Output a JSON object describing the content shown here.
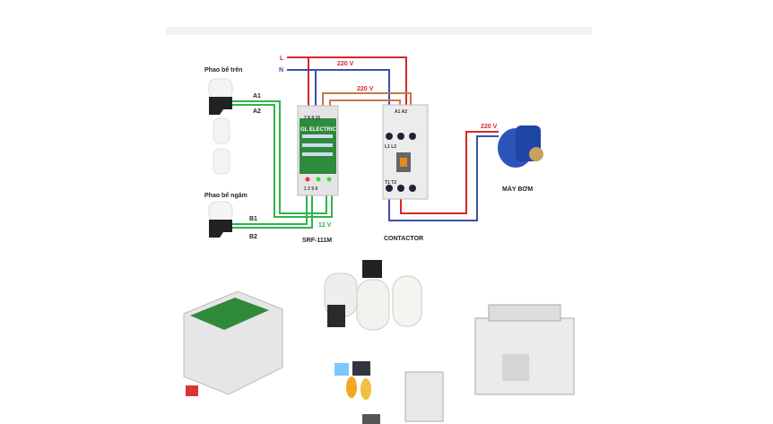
{
  "diagram": {
    "line_L": "L",
    "line_N": "N",
    "voltage_supply": "220 V",
    "voltage_coil": "220 V",
    "voltage_pump": "220 V",
    "voltage_float": "12 V",
    "upper_float_label": "Phao bể trên",
    "lower_float_label": "Phao bể ngâm",
    "a1": "A1",
    "a2": "A2",
    "b1": "B1",
    "b2": "B2",
    "relay_brand": "GL ELECTRIC",
    "relay_model": "SRF-111M",
    "relay_top_terminals": "7  8  9 10",
    "relay_bottom_terminals": "1  2   5  6",
    "contactor_label": "CONTACTOR",
    "contactor_coil": "A1  A2",
    "contactor_in": "L1  L2",
    "contactor_out": "T1  T2",
    "pump_label": "MÁY BƠM"
  },
  "colors": {
    "live": "#d8262c",
    "neutral": "#3b4fb0",
    "coil": "#c9774a",
    "float": "#2fb34a"
  }
}
